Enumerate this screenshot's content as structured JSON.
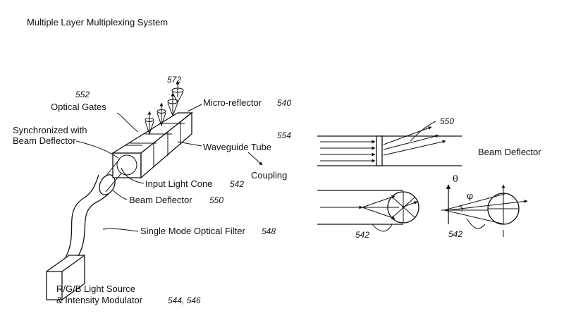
{
  "title": "Multiple Layer Multiplexing System",
  "labels": {
    "ref_572": "572",
    "ref_552": "552",
    "optical_gates": "Optical Gates",
    "micro_reflector": "Micro-reflector",
    "ref_540": "540",
    "synchronized_line1": "Synchronized with",
    "synchronized_line2": "Beam Deflector",
    "ref_554": "554",
    "waveguide_tube": "Waveguide Tube",
    "coupling": "Coupling",
    "input_light_cone": "Input Light Cone",
    "ref_542": "542",
    "beam_deflector": "Beam Deflector",
    "ref_550": "550",
    "single_mode_filter": "Single Mode Optical Filter",
    "ref_548": "548",
    "light_source_line1": "R/G/B Light Source",
    "light_source_line2": "& Intensity Modulator",
    "ref_544_546": "544, 546"
  },
  "right_panel": {
    "ref_550": "550",
    "beam_deflector": "Beam Deflector",
    "theta": "θ",
    "phi": "φ",
    "ref_542_a": "542",
    "ref_542_b": "542"
  }
}
